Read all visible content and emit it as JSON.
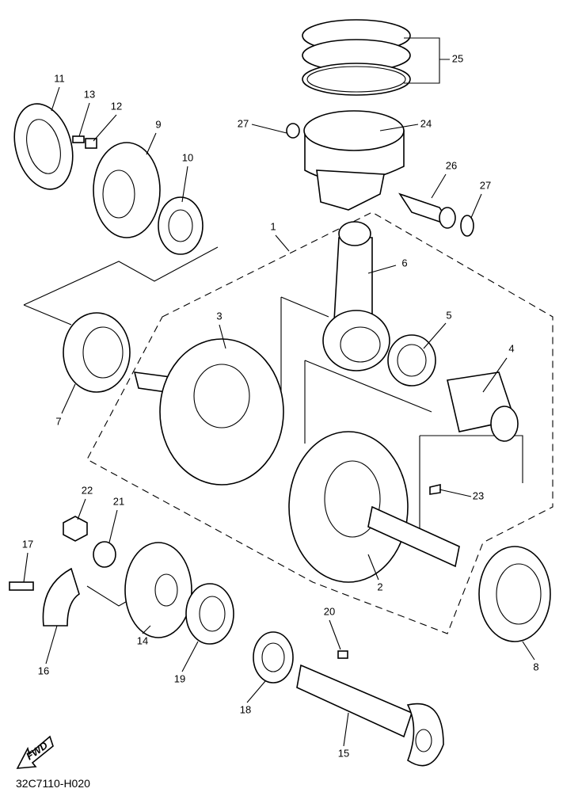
{
  "diagram": {
    "part_labels": {
      "p1": "1",
      "p2": "2",
      "p3": "3",
      "p4": "4",
      "p5": "5",
      "p6": "6",
      "p7": "7",
      "p8": "8",
      "p9": "9",
      "p10": "10",
      "p11": "11",
      "p12": "12",
      "p13": "13",
      "p14": "14",
      "p15": "15",
      "p16": "16",
      "p17": "17",
      "p18": "18",
      "p19": "19",
      "p20": "20",
      "p21": "21",
      "p22": "22",
      "p23": "23",
      "p24": "24",
      "p25": "25",
      "p26": "26",
      "p27a": "27",
      "p27b": "27"
    },
    "fwd_label": "FWD",
    "figure_code": "32C7110-H020"
  }
}
